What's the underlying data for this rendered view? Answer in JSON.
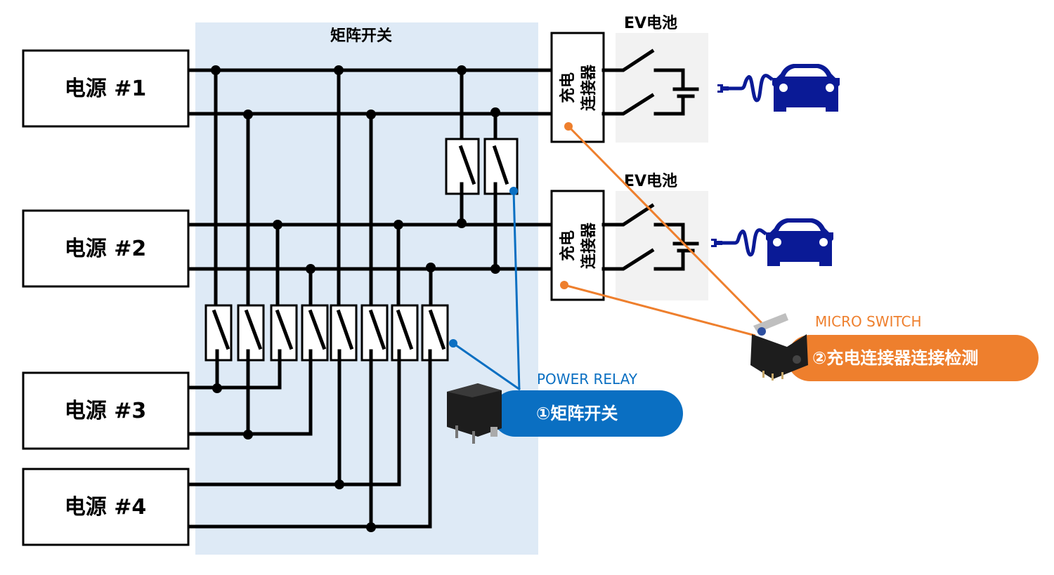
{
  "matrix": {
    "title": "矩阵开关"
  },
  "sources": [
    {
      "label": "电源 #1"
    },
    {
      "label": "电源 #2"
    },
    {
      "label": "电源 #3"
    },
    {
      "label": "电源 #4"
    }
  ],
  "chargers": [
    {
      "connector_line1": "充电",
      "connector_line2": "连接器",
      "battery_label": "EV电池"
    },
    {
      "connector_line1": "充电",
      "connector_line2": "连接器",
      "battery_label": "EV电池"
    }
  ],
  "callouts": {
    "relay": {
      "category": "POWER RELAY",
      "label": "①矩阵开关",
      "color": "#0a6fc2"
    },
    "micro": {
      "category": "MICRO SWITCH",
      "label": "②充电连接器连接检测",
      "color": "#ee7f2d"
    }
  },
  "colors": {
    "matrix_bg": "#deeaf6",
    "battery_bg": "#f2f2f2",
    "car": "#0a1a96"
  },
  "icons": [
    "ev-car-icon",
    "charging-plug-icon",
    "power-relay-photo",
    "micro-switch-photo"
  ]
}
